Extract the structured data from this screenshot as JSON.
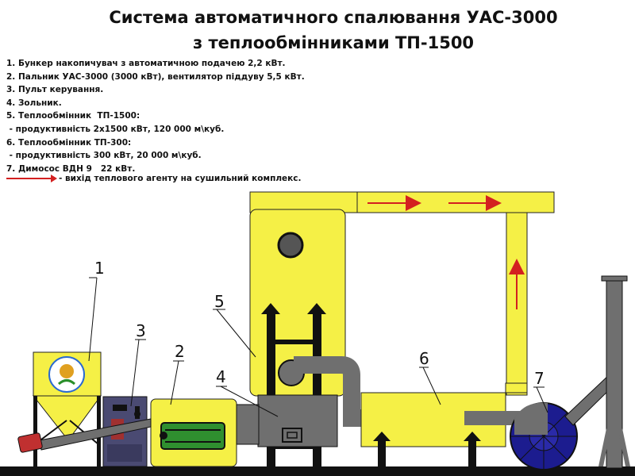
{
  "title": {
    "line1": "Система автоматичного спалювання УАС-3000",
    "line2": "з теплообмінниками ТП-1500"
  },
  "legend": [
    "1. Бункер накопичувач з автоматичною подачею 2,2 кВт.",
    "2. Пальник УАС-3000 (3000 кВт), вентилятор піддуву 5,5 кВт.",
    "3. Пульт керування.",
    "4. Зольник.",
    "5. Теплообмінник  ТП-1500:",
    " - продуктивність 2х1500 кВт, 120 000 м\\куб.",
    "6. Теплообмінник ТП-300:",
    " - продуктивність 300 кВт, 20 000 м\\куб.",
    "7. Димосос ВДН 9   22 кВт."
  ],
  "arrow_note": "- вихід теплового агенту на сушильний комплекс.",
  "labels": {
    "n1": "1",
    "n2": "2",
    "n3": "3",
    "n4": "4",
    "n5": "5",
    "n6": "6",
    "n7": "7"
  },
  "colors": {
    "yellow": "#f5f046",
    "gray": "#6f6f6f",
    "black": "#111111",
    "red": "#d32020",
    "navy": "#1c1c8f",
    "green": "#2f8f2f"
  }
}
